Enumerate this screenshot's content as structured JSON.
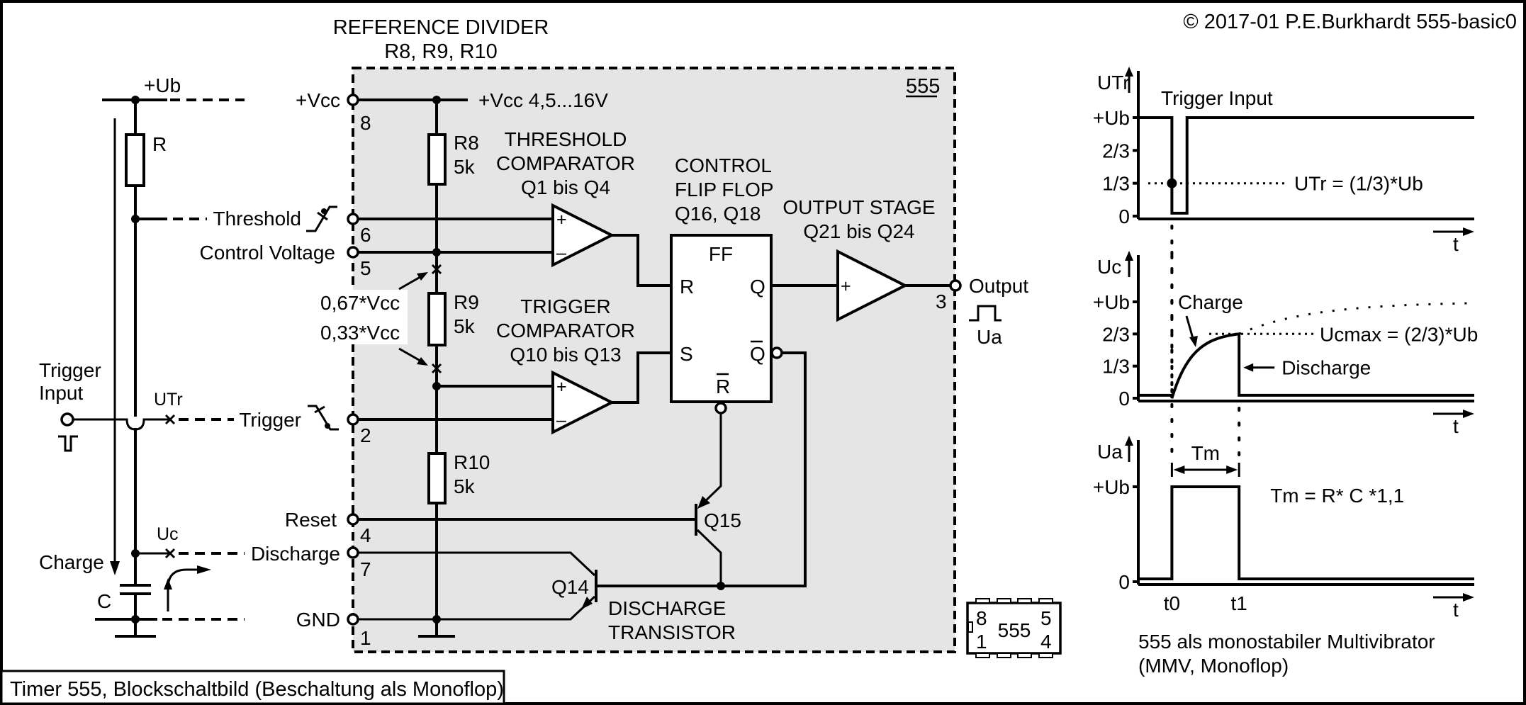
{
  "copyright": "© 2017-01 P.E.Burkhardt 555-basic0",
  "caption": "Timer 555, Blockschaltbild (Beschaltung als Monoflop)",
  "external": {
    "supply_label": "+Ub",
    "resistor_label": "R",
    "capacitor_label": "C",
    "trigger_input_label": [
      "Trigger",
      "Input"
    ],
    "utr_label": "UTr",
    "uc_label": "Uc",
    "charge_label": "Charge"
  },
  "reference_divider": {
    "title": "REFERENCE DIVIDER",
    "subtitle": "R8, R9, R10",
    "resistors": [
      {
        "name": "R8",
        "value": "5k"
      },
      {
        "name": "R9",
        "value": "5k"
      },
      {
        "name": "R10",
        "value": "5k"
      }
    ],
    "tap_labels": [
      "0,67*Vcc",
      "0,33*Vcc"
    ]
  },
  "chip": {
    "name": "555",
    "supply_text": "+Vcc 4,5...16V",
    "pins": [
      {
        "number": "8",
        "label": "+Vcc"
      },
      {
        "number": "6",
        "label": "Threshold"
      },
      {
        "number": "5",
        "label": "Control Voltage"
      },
      {
        "number": "2",
        "label": "Trigger"
      },
      {
        "number": "4",
        "label": "Reset"
      },
      {
        "number": "7",
        "label": "Discharge"
      },
      {
        "number": "1",
        "label": "GND"
      },
      {
        "number": "3",
        "label": "Output"
      }
    ],
    "output_signal_label": "Ua",
    "threshold_comparator": [
      "THRESHOLD",
      "COMPARATOR",
      "Q1 bis Q4"
    ],
    "trigger_comparator": [
      "TRIGGER",
      "COMPARATOR",
      "Q10 bis Q13"
    ],
    "flip_flop": {
      "title": [
        "CONTROL",
        "FLIP FLOP",
        "Q16, Q18"
      ],
      "box_label": "FF",
      "inputs": [
        "R",
        "S"
      ],
      "outputs": [
        "Q",
        "Q"
      ],
      "reset_input": "R"
    },
    "output_stage": [
      "OUTPUT STAGE",
      "Q21 bis Q24"
    ],
    "reset_transistor": "Q15",
    "discharge_transistor": {
      "name": "Q14",
      "label": [
        "DISCHARGE",
        "TRANSISTOR"
      ]
    },
    "comparator_signs": [
      "+",
      "–"
    ]
  },
  "package": {
    "label": "555",
    "pin_corners": [
      "8",
      "5",
      "1",
      "4"
    ]
  },
  "chart_data": [
    {
      "type": "line",
      "title": "Trigger Input",
      "ylabel": "UTr",
      "xlabel": "t",
      "yticks": [
        "0",
        "1/3",
        "2/3",
        "+Ub"
      ],
      "ylim": [
        0,
        1
      ],
      "x": [
        0,
        0.1,
        0.1,
        0.145,
        0.145,
        1
      ],
      "y": [
        1,
        1,
        0.03,
        0.03,
        1,
        1
      ],
      "annotation": "UTr = (1/3)*Ub",
      "threshold": 0.333
    },
    {
      "type": "line",
      "ylabel": "Uc",
      "xlabel": "t",
      "yticks": [
        "0",
        "1/3",
        "2/3",
        "+Ub"
      ],
      "ylim": [
        0,
        1
      ],
      "t0": 0.1,
      "t1": 0.3,
      "charge_curve_max": 0.667,
      "asymptote": 1,
      "annotations": [
        "Charge",
        "Ucmax = (2/3)*Ub",
        "Discharge"
      ]
    },
    {
      "type": "line",
      "ylabel": "Ua",
      "xlabel": "t",
      "yticks": [
        "0",
        "+Ub"
      ],
      "ylim": [
        0,
        1
      ],
      "x": [
        0,
        0.1,
        0.1,
        0.3,
        0.3,
        1
      ],
      "y": [
        0.03,
        0.03,
        1,
        1,
        0.03,
        0.03
      ],
      "xticks": [
        "t0",
        "t1"
      ],
      "pulse_label": "Tm",
      "formula": "Tm = R* C *1,1"
    }
  ],
  "timing_caption": [
    "555 als monostabiler Multivibrator",
    "(MMV, Monoflop)"
  ]
}
